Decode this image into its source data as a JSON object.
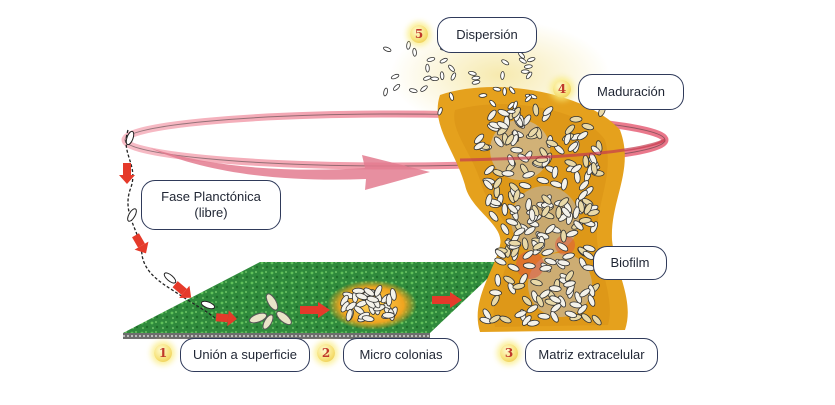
{
  "stages": {
    "planktonic": {
      "label_line1": "Fase Planctónica",
      "label_line2": "(libre)"
    },
    "attachment": {
      "number": "1",
      "label": "Unión a superficie"
    },
    "microcolonies": {
      "number": "2",
      "label": "Micro colonias"
    },
    "matrix": {
      "number": "3",
      "label": "Matriz extracelular"
    },
    "maturation": {
      "number": "4",
      "label": "Maduración"
    },
    "dispersion": {
      "number": "5",
      "label": "Dispersión"
    },
    "biofilm": {
      "label": "Biofilm"
    }
  },
  "colors": {
    "surface_green": "#2f8a3c",
    "matrix_orange": "#e8a21c",
    "arrow_red": "#e53a2a",
    "ring_pink": "#e87a8c",
    "badge_number": "#c0392b",
    "box_border": "#2f3a5a"
  }
}
